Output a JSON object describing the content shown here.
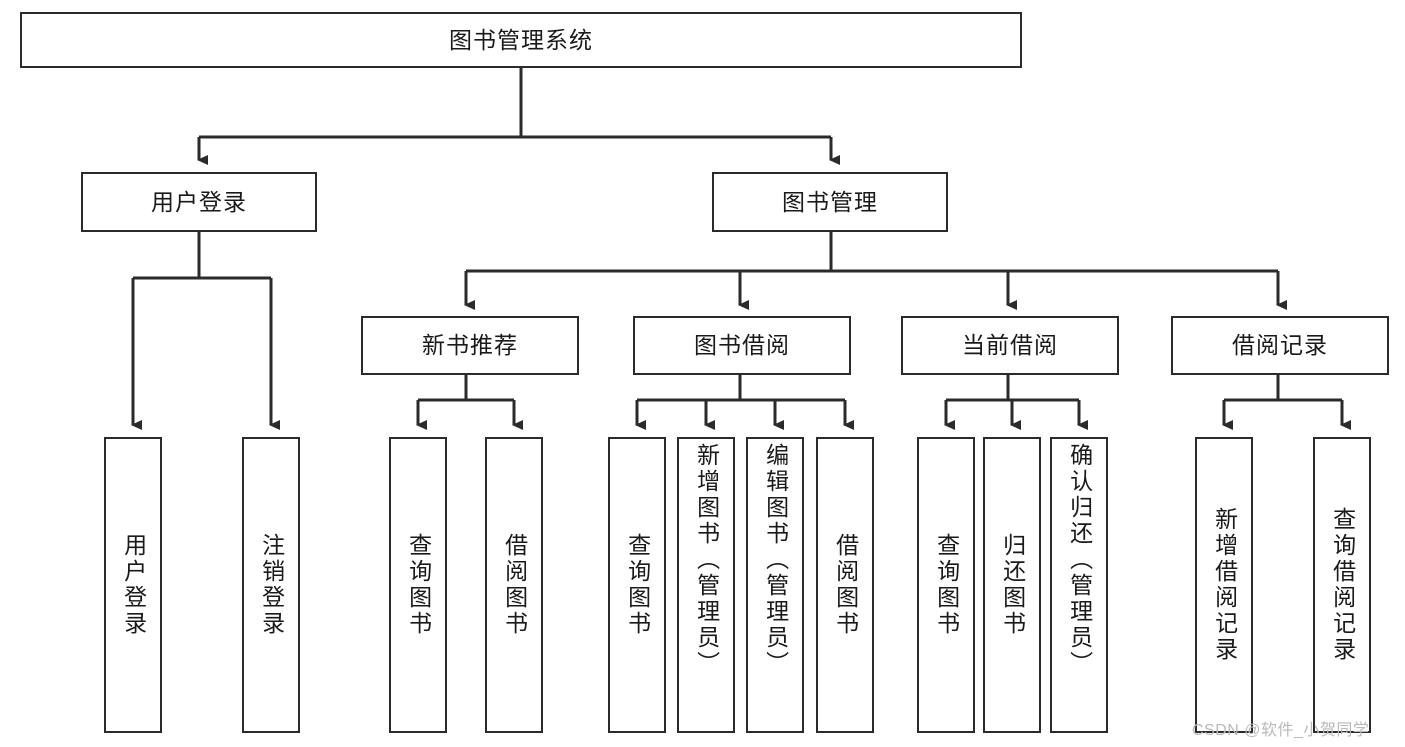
{
  "diagram": {
    "title": "图书管理系统",
    "type": "tree-hierarchy-chart",
    "root": {
      "id": "root",
      "label": "图书管理系统"
    },
    "level2": [
      {
        "id": "user-login",
        "label": "用户登录"
      },
      {
        "id": "book-management",
        "label": "图书管理"
      }
    ],
    "level3": [
      {
        "id": "new-book-recommend",
        "label": "新书推荐",
        "parent": "book-management"
      },
      {
        "id": "book-borrow",
        "label": "图书借阅",
        "parent": "book-management"
      },
      {
        "id": "current-borrow",
        "label": "当前借阅",
        "parent": "book-management"
      },
      {
        "id": "borrow-record",
        "label": "借阅记录",
        "parent": "book-management"
      }
    ],
    "leaves": [
      {
        "id": "leaf-user-login",
        "label": "用户登录",
        "parent": "user-login",
        "align": "middle"
      },
      {
        "id": "leaf-user-logout",
        "label": "注销登录",
        "parent": "user-login",
        "align": "middle"
      },
      {
        "id": "leaf-query-book-1",
        "label": "查询图书",
        "parent": "new-book-recommend",
        "align": "middle"
      },
      {
        "id": "leaf-borrow-book-1",
        "label": "借阅图书",
        "parent": "new-book-recommend",
        "align": "middle"
      },
      {
        "id": "leaf-query-book-2",
        "label": "查询图书",
        "parent": "book-borrow",
        "align": "middle"
      },
      {
        "id": "leaf-add-book",
        "label": "新增图书（管理员）",
        "parent": "book-borrow",
        "align": "top"
      },
      {
        "id": "leaf-edit-book",
        "label": "编辑图书（管理员）",
        "parent": "book-borrow",
        "align": "top"
      },
      {
        "id": "leaf-borrow-book-2",
        "label": "借阅图书",
        "parent": "book-borrow",
        "align": "middle"
      },
      {
        "id": "leaf-query-book-3",
        "label": "查询图书",
        "parent": "current-borrow",
        "align": "middle"
      },
      {
        "id": "leaf-return-book",
        "label": "归还图书",
        "parent": "current-borrow",
        "align": "middle"
      },
      {
        "id": "leaf-confirm-return",
        "label": "确认归还（管理员）",
        "parent": "current-borrow",
        "align": "top"
      },
      {
        "id": "leaf-add-record",
        "label": "新增借阅记录",
        "parent": "borrow-record",
        "align": "middle"
      },
      {
        "id": "leaf-query-record",
        "label": "查询借阅记录",
        "parent": "borrow-record",
        "align": "middle"
      }
    ],
    "colors": {
      "stroke": "#2b2b2b",
      "background": "#ffffff",
      "text": "#1a1a1a",
      "watermark": "#b9b9b9"
    }
  },
  "watermark": {
    "text": "CSDN @软件_小贺同学"
  }
}
